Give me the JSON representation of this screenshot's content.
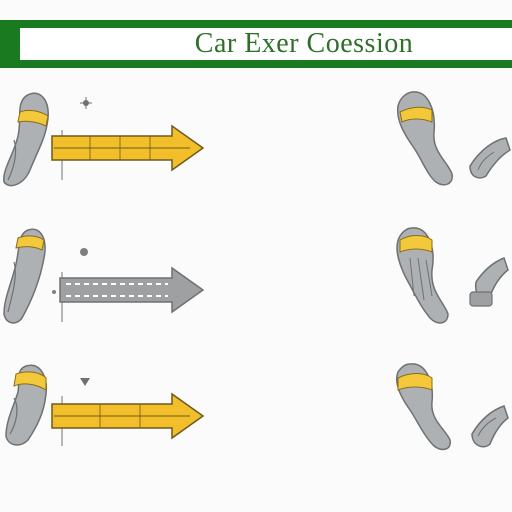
{
  "header": {
    "title": "Car Exer Coession",
    "colors": {
      "bar": "#1a7a1f",
      "title": "#2f6f2a"
    }
  },
  "colors": {
    "arrow_yellow": "#f2be2a",
    "arrow_stroke": "#6e5a1e",
    "arrow_gray": "#9ea0a1",
    "foot_gray": "#aeb1b3",
    "foot_dark": "#6e7173",
    "band_yellow": "#f3c93b"
  },
  "rows": [
    {
      "arrow_style": "yellow",
      "marker": "dot-cross"
    },
    {
      "arrow_style": "gray",
      "marker": "dot"
    },
    {
      "arrow_style": "yellow",
      "marker": "triangle"
    }
  ],
  "icons": {
    "left_foot": "foot-icon",
    "right_foot": "sole-icon",
    "arrow": "arrow-right-icon"
  }
}
